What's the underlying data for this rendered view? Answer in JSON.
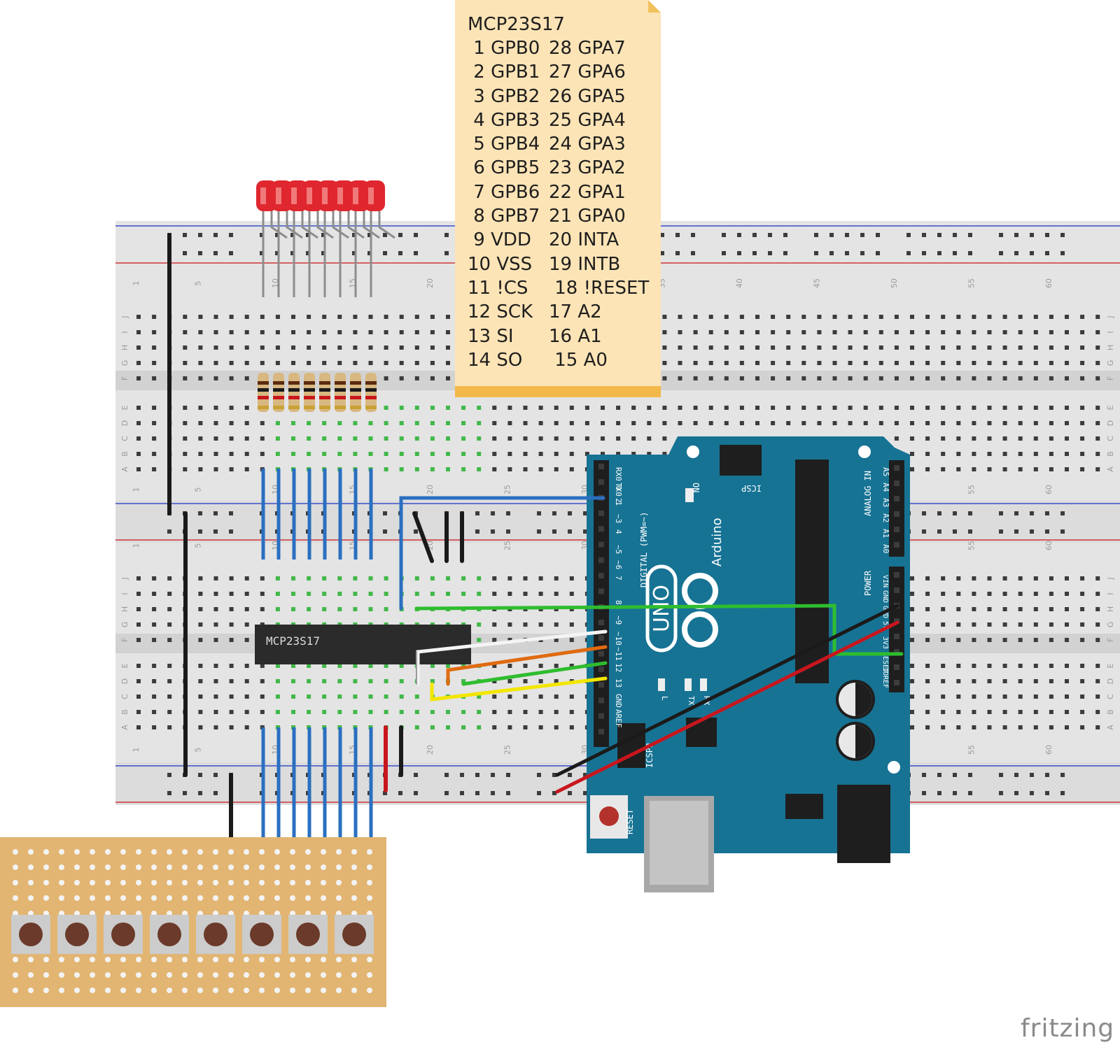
{
  "note": {
    "title": "MCP23S17",
    "pins": [
      {
        "left": " 1 GPB0",
        "right": "28 GPA7"
      },
      {
        "left": " 2 GPB1",
        "right": "27 GPA6"
      },
      {
        "left": " 3 GPB2",
        "right": "26 GPA5"
      },
      {
        "left": " 4 GPB3",
        "right": "25 GPA4"
      },
      {
        "left": " 5 GPB4",
        "right": "24 GPA3"
      },
      {
        "left": " 6 GPB5",
        "right": "23 GPA2"
      },
      {
        "left": " 7 GPB6",
        "right": "22 GPA1"
      },
      {
        "left": " 8 GPB7",
        "right": "21 GPA0"
      },
      {
        "left": " 9 VDD",
        "right": "20 INTA"
      },
      {
        "left": "10 VSS",
        "right": "19 INTB"
      },
      {
        "left": "11 !CS",
        "right": " 18 !RESET"
      },
      {
        "left": "12 SCK",
        "right": "17 A2"
      },
      {
        "left": "13 SI",
        "right": "16 A1"
      },
      {
        "left": "14 SO",
        "right": " 15 A0"
      }
    ]
  },
  "chip_label": "MCP23S17",
  "breadboard": {
    "row_letters_top": [
      "J",
      "I",
      "H",
      "G",
      "F"
    ],
    "row_letters_bottom": [
      "E",
      "D",
      "C",
      "B",
      "A"
    ],
    "column_numbers": [
      "1",
      "5",
      "10",
      "15",
      "20",
      "25",
      "30",
      "35",
      "40",
      "45",
      "50",
      "55",
      "60"
    ]
  },
  "arduino": {
    "logo": "UNO",
    "brand": "Arduino",
    "digital_label": "DIGITAL (PWM=~)",
    "analog_label": "ANALOG IN",
    "power_label": "POWER",
    "icsp_label": "ICSP",
    "icsp2_label": "ICSP2",
    "on_label": "ON",
    "reset_label": "RESET",
    "aref": "AREF",
    "gnd": "GND",
    "digital_pins": [
      "RX0 0",
      "TX0 1",
      "2",
      "~3",
      "4",
      "~5",
      "~6",
      "7",
      "8",
      "~9",
      "~10",
      "~11",
      "12",
      "13"
    ],
    "analog_pins": [
      "A5",
      "A4",
      "A3",
      "A2",
      "A1",
      "A0"
    ],
    "power_pins": [
      "VIN",
      "GND",
      "GND",
      "5V",
      "3V3",
      "RESET",
      "IOREF"
    ],
    "leds": [
      "L",
      "TX",
      "RX"
    ]
  },
  "branding": "fritzing",
  "colors": {
    "breadboard": "#e6e6e6",
    "arduino": "#177394",
    "perfboard": "#e2b572",
    "led": "#e0262e",
    "wire_blue": "#2a6fc0",
    "wire_green": "#2fbd2f",
    "wire_red": "#c8161d",
    "wire_yellow": "#f2e600",
    "wire_orange": "#e06a10",
    "wire_white": "#f4f4f4",
    "wire_black": "#1a1a1a"
  }
}
